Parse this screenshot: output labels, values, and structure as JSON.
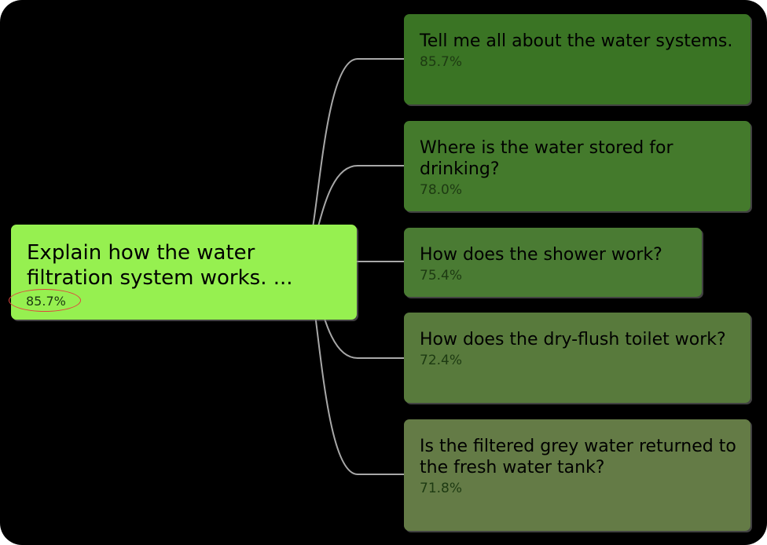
{
  "root": {
    "question": "Explain how the water filtration system works. ...",
    "score": "85.7%",
    "color": "#96f050",
    "highlight_color": "#e0463e"
  },
  "children": [
    {
      "question": "Tell me all about the water systems.",
      "score": "85.7%",
      "color": "#3a7424"
    },
    {
      "question": "Where is the water stored for drinking?",
      "score": "78.0%",
      "color": "#447a2c"
    },
    {
      "question": "How does the shower work?",
      "score": "75.4%",
      "color": "#4a7b33"
    },
    {
      "question": "How does the dry-flush toilet work?",
      "score": "72.4%",
      "color": "#587a3c"
    },
    {
      "question": "Is the filtered grey water returned to the fresh water tank?",
      "score": "71.8%",
      "color": "#647b46"
    }
  ],
  "colors": {
    "background": "#000000",
    "connector": "#a8a8a8"
  }
}
